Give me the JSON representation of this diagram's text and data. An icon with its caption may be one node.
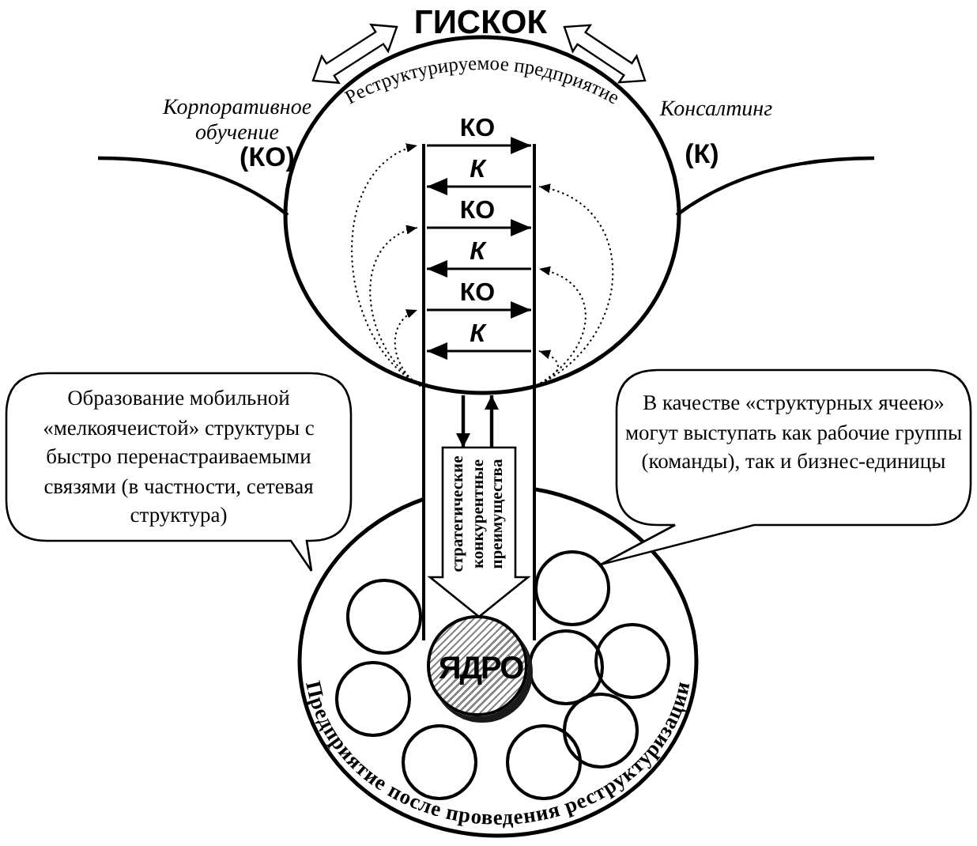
{
  "diagram": {
    "nodes": [
      {
        "text": [
          "ГИСКОК"
        ]
      },
      {
        "text": [
          "Корпоративное обучение",
          "(КО)"
        ]
      },
      {
        "text": [
          "Консалтинг",
          "(К)"
        ]
      },
      {
        "text": [
          "Реструктурируемое предприятие"
        ]
      },
      {
        "text": [
          "Образование мобильной «мелкоячеистой» структуры с быстро перенастраиваемыми связями (в частности, сетевая структура)"
        ]
      },
      {
        "text": [
          "В качестве «структурных ячеею» могут выступать как рабочие группы (команды), так и бизнес-единицы"
        ]
      },
      {
        "text": [
          "стратегические конкурентные преимущества"
        ]
      },
      {
        "text": [
          "Предприятие после проведения реструктуризации"
        ]
      },
      {
        "text": [
          "ЯДРО"
        ],
        "in": 7
      },
      {
        "text": [],
        "shape": "circle",
        "in": 7
      },
      {
        "text": [],
        "shape": "circle",
        "in": 7
      },
      {
        "text": [],
        "shape": "circle",
        "in": 7
      },
      {
        "text": [],
        "shape": "circle",
        "in": 7
      },
      {
        "text": [],
        "shape": "circle",
        "in": 7
      },
      {
        "text": [],
        "shape": "circle",
        "in": 7
      },
      {
        "text": [],
        "shape": "circle",
        "in": 7
      },
      {
        "text": [],
        "shape": "circle",
        "in": 7
      }
    ],
    "edges": [
      {
        "from": 0,
        "to": 1,
        "arrow": "both"
      },
      {
        "from": 0,
        "to": 2,
        "arrow": "both"
      },
      {
        "from": 3,
        "to": 6,
        "arrow": "to"
      },
      {
        "from": 6,
        "to": 3,
        "arrow": "to"
      }
    ],
    "labels": [
      "КО",
      "К",
      "КО",
      "К",
      "КО",
      "К"
    ]
  }
}
